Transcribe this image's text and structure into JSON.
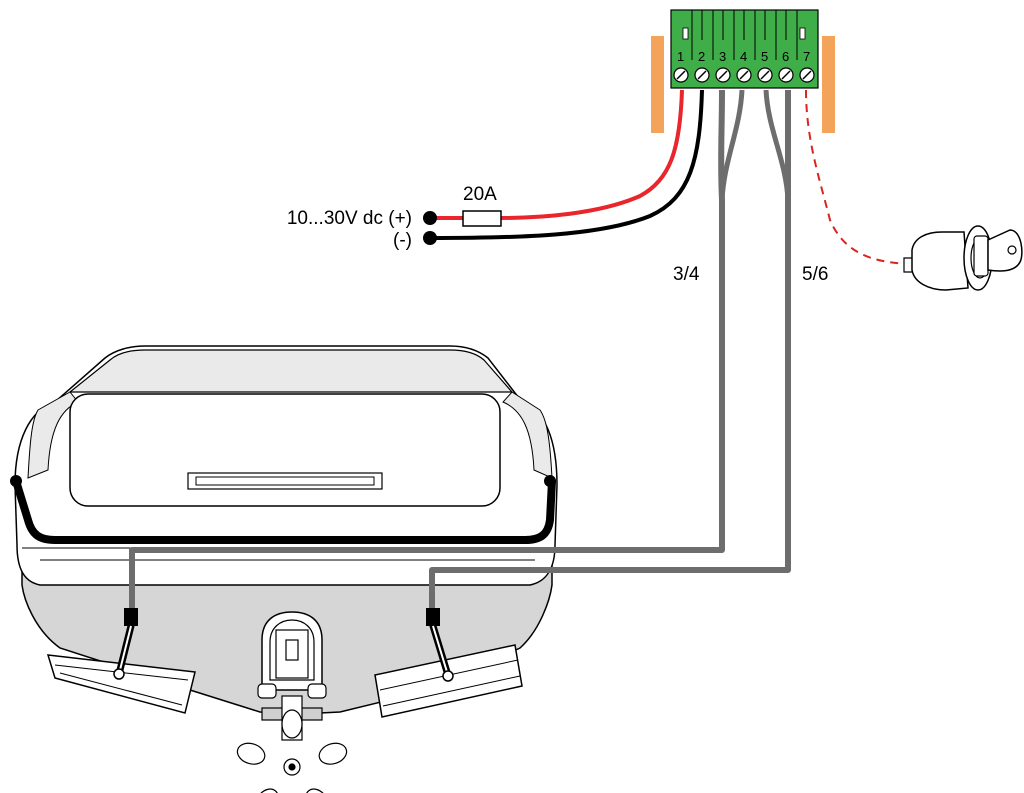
{
  "power": {
    "positive_label": "10...30V dc (+)",
    "negative_label": "(-)",
    "fuse_label": "20A"
  },
  "terminal_block": {
    "pins": [
      "1",
      "2",
      "3",
      "4",
      "5",
      "6",
      "7"
    ]
  },
  "cables": {
    "left_actuator_label": "3/4",
    "right_actuator_label": "5/6"
  },
  "colors": {
    "wire_positive": "#e8262b",
    "wire_negative": "#000000",
    "cable_grey": "#6d6d6d",
    "terminal_green": "#3fae49",
    "bracket_orange": "#f4a45a",
    "hull_grey": "#d6d6d6",
    "ignition_dashed": "#d7261e"
  },
  "icons": [
    "terminal-block",
    "fuse",
    "ignition-key-switch",
    "boat-hull",
    "trim-tab",
    "outboard-propeller"
  ]
}
